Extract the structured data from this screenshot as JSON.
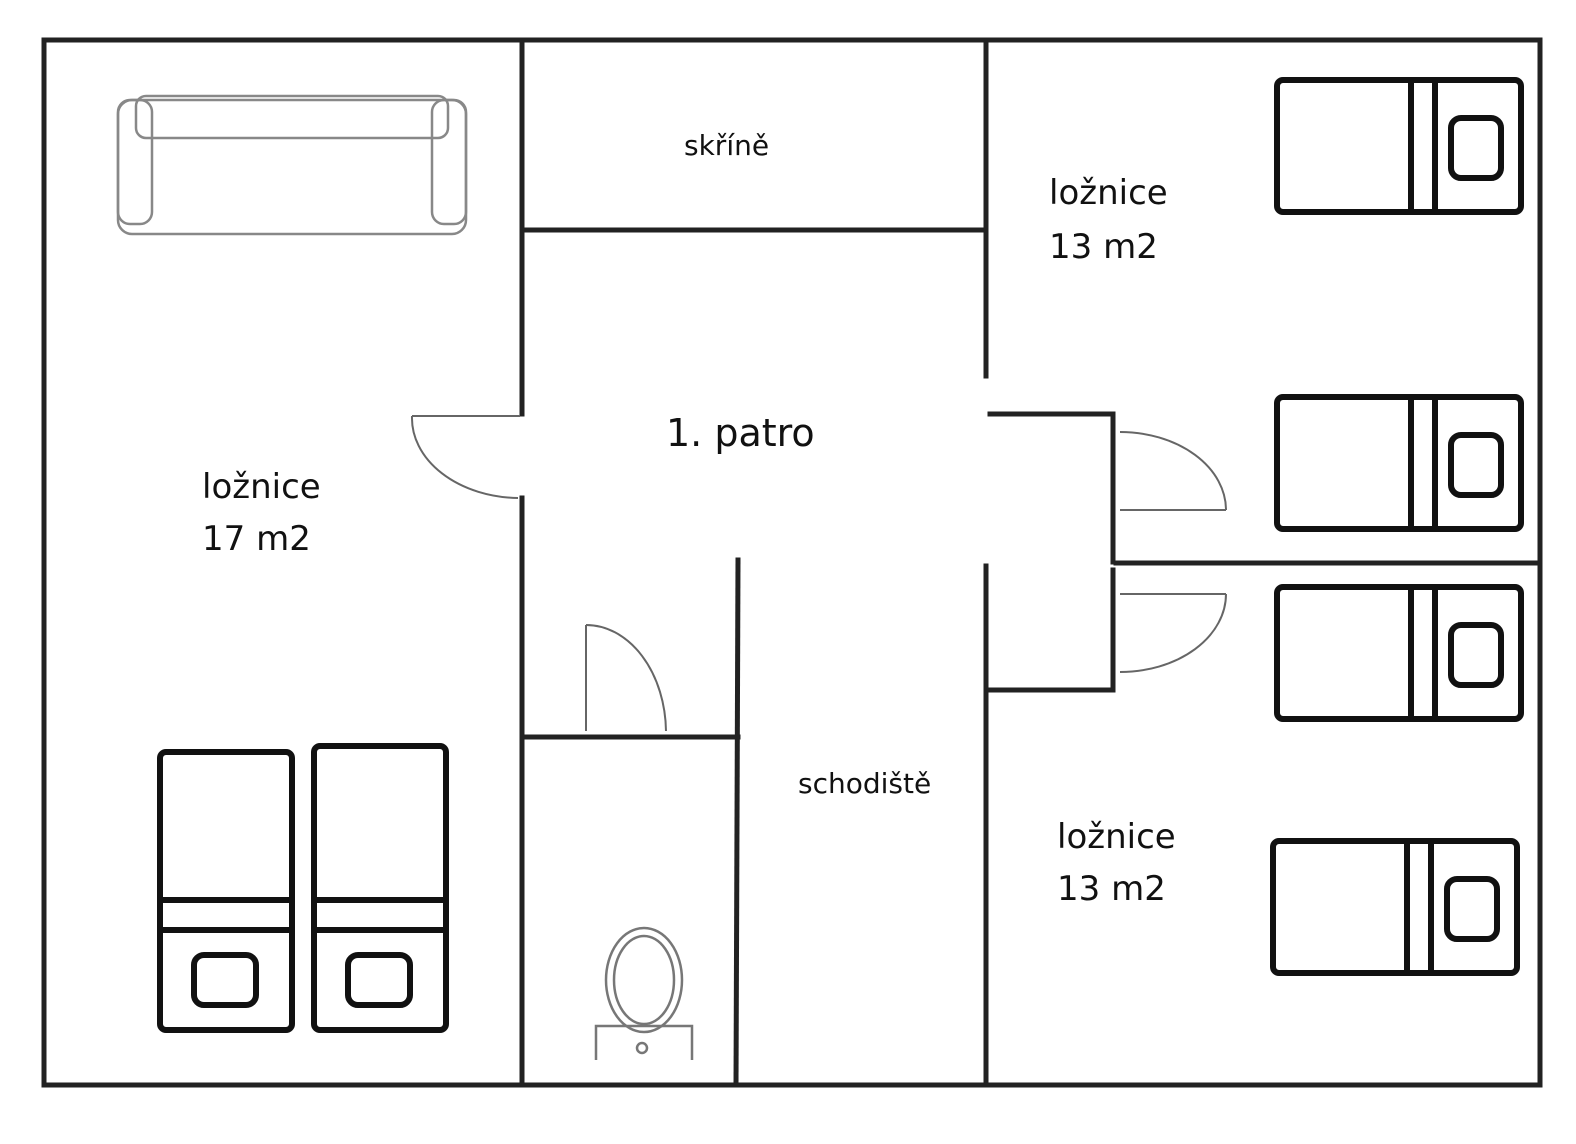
{
  "title": "1. patro",
  "rooms": {
    "bedroom_left": {
      "name": "ložnice",
      "area": "17 m2"
    },
    "bedroom_top_right": {
      "name": "ložnice",
      "area": "13 m2"
    },
    "bedroom_bottom_right": {
      "name": "ložnice",
      "area": "13 m2"
    },
    "wardrobe": {
      "name": "skříně"
    },
    "stairs": {
      "name": "schodiště"
    }
  }
}
